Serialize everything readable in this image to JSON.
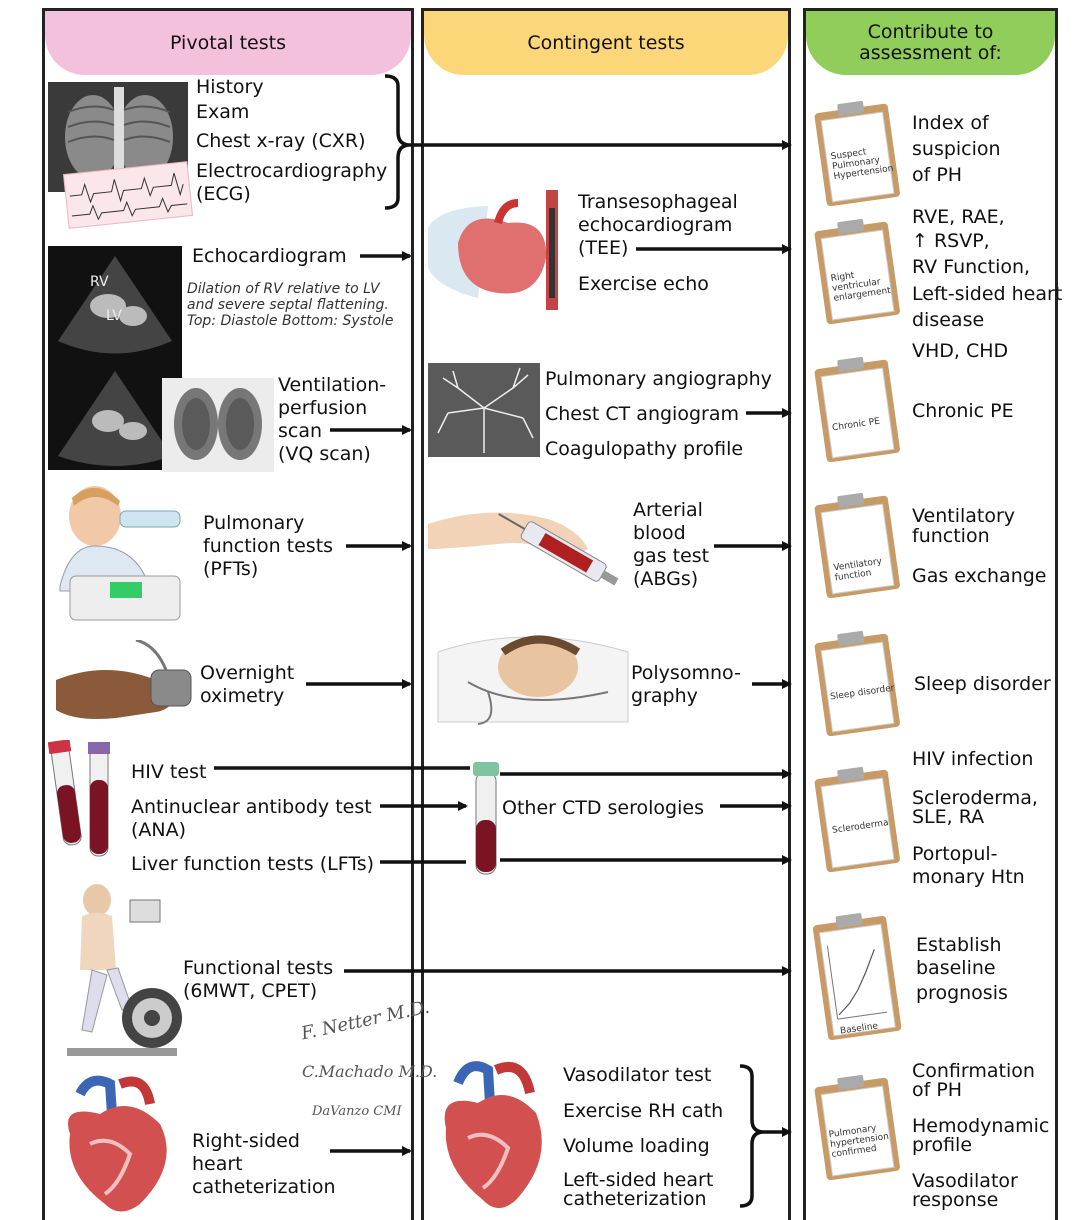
{
  "columns": {
    "pivotal": {
      "title": "Pivotal tests",
      "color": "#f4c1dc"
    },
    "contingent": {
      "title": "Contingent tests",
      "color": "#fbd779"
    },
    "assessment": {
      "title": "Contribute to assessment of:",
      "title_line1": "Contribute to",
      "title_line2": "assessment of:",
      "color": "#90cd5a"
    }
  },
  "rows": [
    {
      "pivotal": [
        "History",
        "Exam",
        "Chest x-ray (CXR)",
        "Electrocardiography",
        "(ECG)"
      ],
      "contingent": [],
      "assessment": [
        "Index of",
        "suspicion",
        "of PH"
      ],
      "clipboard": [
        "Suspect",
        "Pulmonary",
        "Hypertension"
      ]
    },
    {
      "pivotal": [
        "Echocardiogram"
      ],
      "pivotal_note": "Dilation of RV relative to LV and severe septal flattening. Top: Diastole  Bottom: Systole",
      "echo_labels": [
        "RV",
        "LV"
      ],
      "contingent": [
        "Transesophageal",
        "echocardiogram",
        "(TEE)",
        "Exercise echo"
      ],
      "assessment": [
        "RVE, RAE,",
        "↑ RSVP,",
        "RV Function,",
        "Left-sided heart",
        "disease",
        "VHD, CHD"
      ],
      "clipboard": [
        "Right",
        "ventricular",
        "enlargement"
      ]
    },
    {
      "pivotal": [
        "Ventilation-",
        "perfusion",
        "scan",
        "(VQ scan)"
      ],
      "contingent": [
        "Pulmonary angiography",
        "Chest CT angiogram",
        "Coagulopathy profile"
      ],
      "assessment": [
        "Chronic PE"
      ],
      "clipboard": [
        "Chronic PE"
      ]
    },
    {
      "pivotal": [
        "Pulmonary",
        "function tests",
        "(PFTs)"
      ],
      "contingent": [
        "Arterial",
        "blood",
        "gas test",
        "(ABGs)"
      ],
      "assessment": [
        "Ventilatory",
        "function",
        "Gas exchange"
      ],
      "clipboard": [
        "Ventilatory",
        "function"
      ]
    },
    {
      "pivotal": [
        "Overnight",
        "oximetry"
      ],
      "contingent": [
        "Polysomno-",
        "graphy"
      ],
      "assessment": [
        "Sleep disorder"
      ],
      "clipboard": [
        "Sleep disorder"
      ]
    },
    {
      "pivotal": [
        "HIV test",
        "Antinuclear antibody test",
        "(ANA)",
        "Liver function tests (LFTs)"
      ],
      "contingent": [
        "Other CTD serologies"
      ],
      "assessment": [
        "HIV infection",
        "Scleroderma,",
        "SLE, RA",
        "Portopul-",
        "monary Htn"
      ],
      "clipboard": [
        "Scleroderma"
      ]
    },
    {
      "pivotal": [
        "Functional tests",
        "(6MWT, CPET)"
      ],
      "contingent": [],
      "assessment": [
        "Establish",
        "baseline",
        "prognosis"
      ],
      "clipboard": [
        "Baseline"
      ]
    },
    {
      "pivotal": [
        "Right-sided",
        "heart",
        "catheterization"
      ],
      "contingent": [
        "Vasodilator test",
        "Exercise RH cath",
        "Volume loading",
        "Left-sided heart",
        "catheterization"
      ],
      "assessment": [
        "Confirmation",
        "of PH",
        "Hemodynamic",
        "profile",
        "Vasodilator",
        "response"
      ],
      "clipboard": [
        "Pulmonary",
        "hypertension",
        "confirmed"
      ]
    }
  ],
  "signatures": [
    "F. Netter M.D.",
    "C.Machado M.D.",
    "DaVanzo CMI"
  ],
  "icons": [
    "xray-image",
    "ecg-image",
    "echo-image",
    "lung-scan-image",
    "heart-image",
    "angiogram-image",
    "spirometry-image",
    "syringe-image",
    "oximeter-image",
    "sleep-study-image",
    "blood-tube-image",
    "exercise-bike-image",
    "clipboard-icon",
    "arrow-icon",
    "bracket-icon"
  ]
}
